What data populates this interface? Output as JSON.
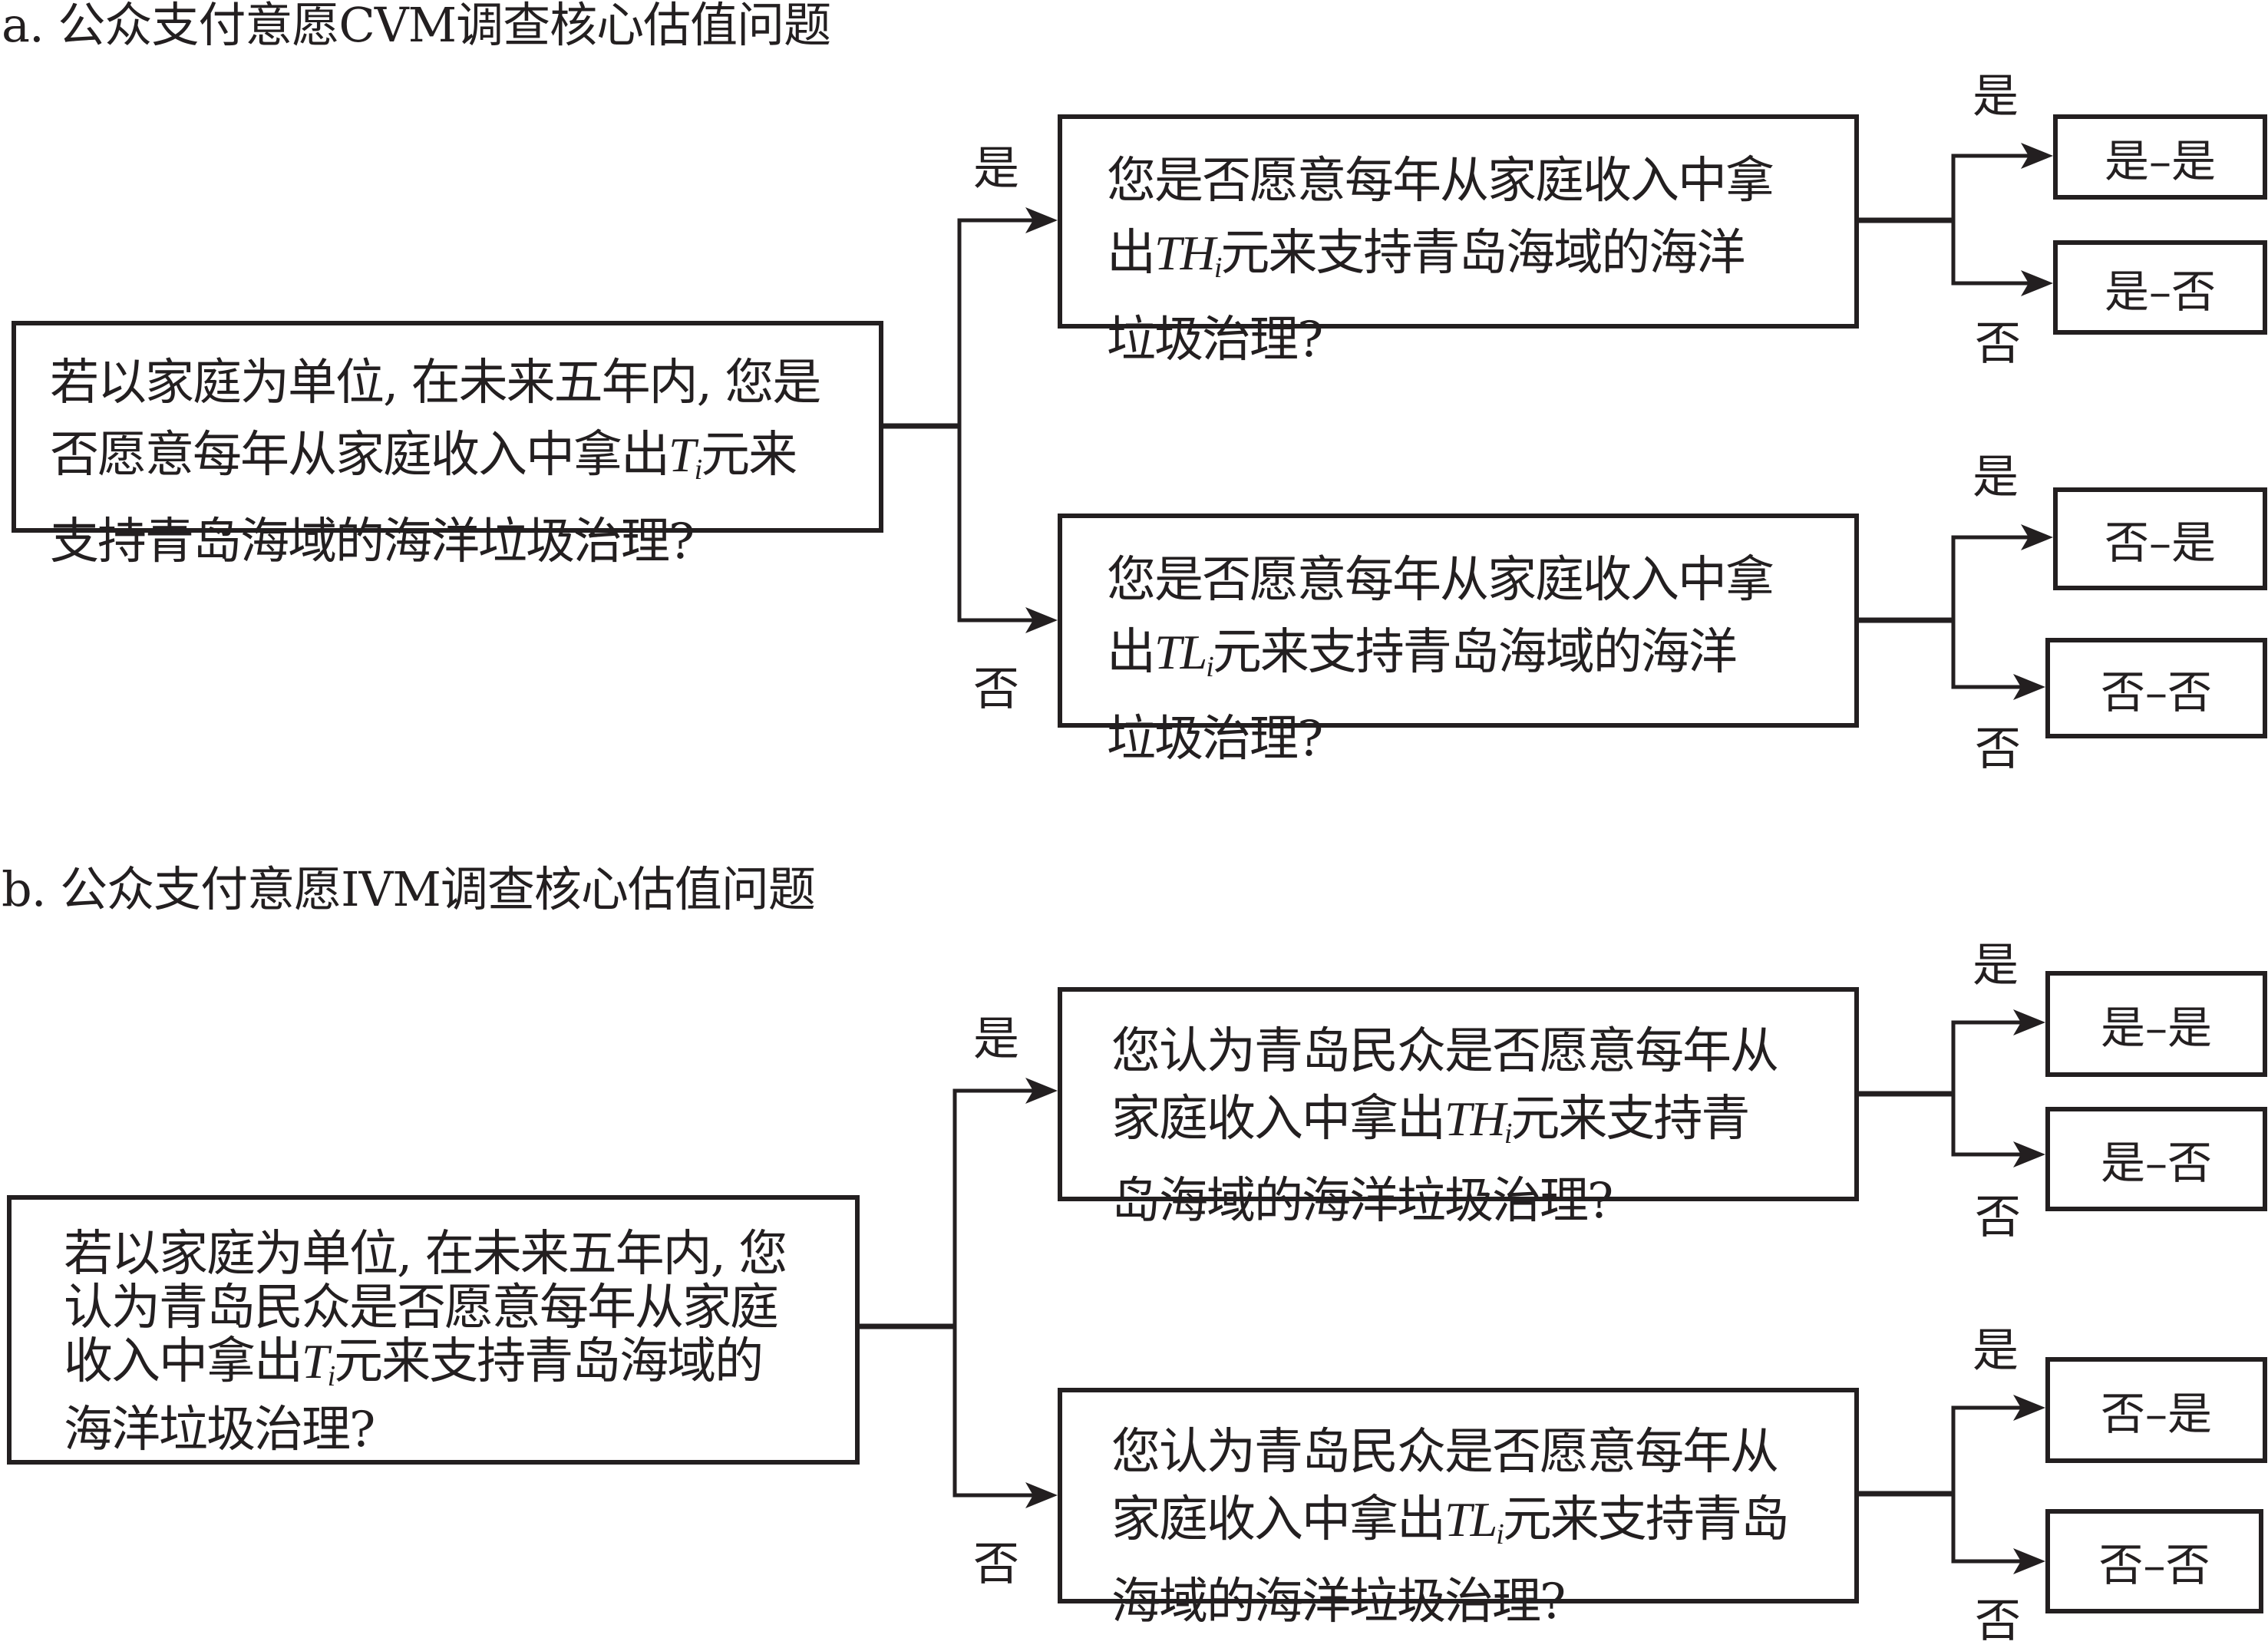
{
  "panel_a": {
    "title": "a. 公众支付意愿CVM调查核心估值问题",
    "root": {
      "lines": [
        "若以家庭为单位, 在未来五年内, 您是",
        "否愿意每年从家庭收入中拿出",
        "元来",
        "支持青岛海域的海洋垃圾治理?"
      ],
      "var": "T",
      "sub": "i"
    },
    "yes_question": {
      "lines": [
        "您是否愿意每年从家庭收入中拿",
        "出",
        "元来支持青岛海域的海洋",
        "垃圾治理?"
      ],
      "var": "TH",
      "sub": "i"
    },
    "no_question": {
      "lines": [
        "您是否愿意每年从家庭收入中拿",
        "出",
        "元来支持青岛海域的海洋",
        "垃圾治理?"
      ],
      "var": "TL",
      "sub": "i"
    },
    "branch_yes": "是",
    "branch_no": "否",
    "outcomes": [
      "是–是",
      "是–否",
      "否–是",
      "否–否"
    ],
    "outcome_labels": {
      "yes1": "是",
      "no1": "否",
      "yes2": "是",
      "no2": "否"
    }
  },
  "panel_b": {
    "title": "b. 公众支付意愿IVM调查核心估值问题",
    "root": {
      "lines": [
        "若以家庭为单位, 在未来五年内, 您",
        "认为青岛民众是否愿意每年从家庭",
        "收入中拿出",
        "元来支持青岛海域的",
        "海洋垃圾治理?"
      ],
      "var": "T",
      "sub": "i"
    },
    "yes_question": {
      "lines": [
        "您认为青岛民众是否愿意每年从",
        "家庭收入中拿出",
        "元来支持青",
        "岛海域的海洋垃圾治理?"
      ],
      "var": "TH",
      "sub": "i"
    },
    "no_question": {
      "lines": [
        "您认为青岛民众是否愿意每年从",
        "家庭收入中拿出",
        "元来支持青岛",
        "海域的海洋垃圾治理?"
      ],
      "var": "TL",
      "sub": "i"
    },
    "branch_yes": "是",
    "branch_no": "否",
    "outcomes": [
      "是–是",
      "是–否",
      "否–是",
      "否–否"
    ],
    "outcome_labels": {
      "yes1": "是",
      "no1": "否",
      "yes2": "是",
      "no2": "否"
    }
  },
  "colors": {
    "ink": "#231f20",
    "background": "#ffffff"
  }
}
